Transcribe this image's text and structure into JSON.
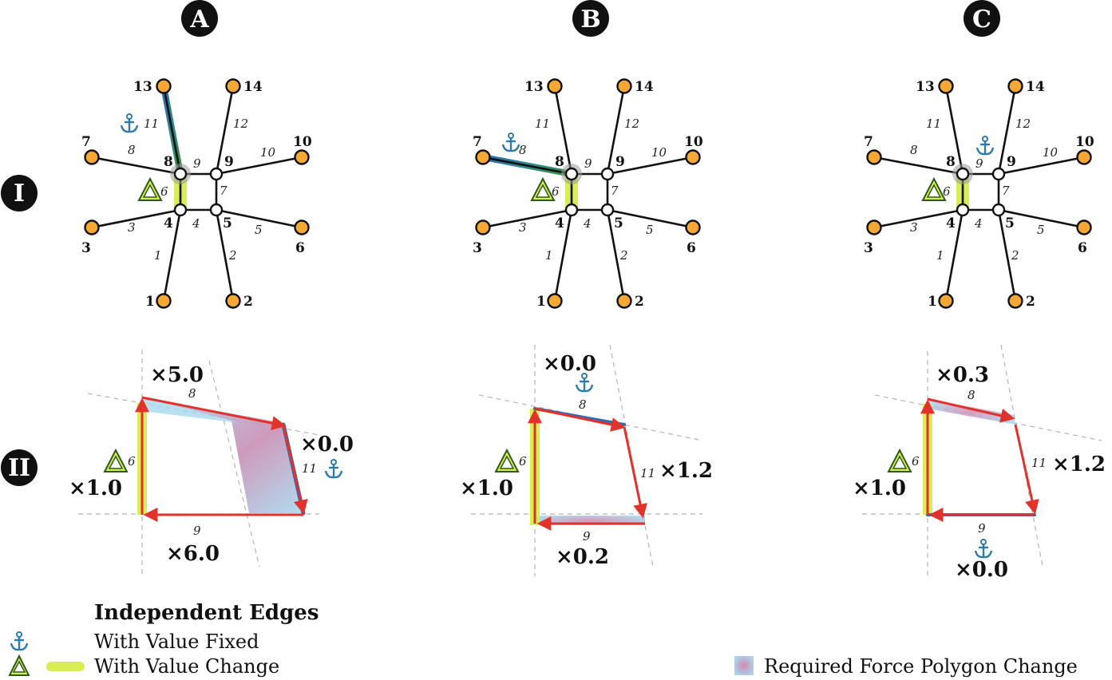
{
  "columns": [
    {
      "letter": "A"
    },
    {
      "letter": "B"
    },
    {
      "letter": "C"
    }
  ],
  "rows": [
    {
      "roman": "I"
    },
    {
      "roman": "II"
    }
  ],
  "form_diagram": {
    "outer_nodes": [
      "1",
      "2",
      "3",
      "6",
      "7",
      "10",
      "13",
      "14"
    ],
    "inner_nodes": [
      "4",
      "5",
      "8",
      "9"
    ],
    "edges": [
      "1",
      "2",
      "3",
      "4",
      "5",
      "6",
      "7",
      "8",
      "9",
      "10",
      "11",
      "12"
    ]
  },
  "force_diagrams": [
    {
      "top_mult": "×5.0",
      "right_mult": "×0.0",
      "left_mult": "×1.0",
      "bottom_mult": "×6.0",
      "top_edge": "8",
      "right_edge": "11",
      "left_edge": "6",
      "bottom_edge": "9",
      "anchor_on": "right"
    },
    {
      "top_mult": "×0.0",
      "right_mult": "×1.2",
      "left_mult": "×1.0",
      "bottom_mult": "×0.2",
      "top_edge": "8",
      "right_edge": "11",
      "left_edge": "6",
      "bottom_edge": "9",
      "anchor_on": "top"
    },
    {
      "top_mult": "×0.3",
      "right_mult": "×1.2",
      "left_mult": "×1.0",
      "bottom_mult": "×0.0",
      "top_edge": "8",
      "right_edge": "11",
      "left_edge": "6",
      "bottom_edge": "9",
      "anchor_on": "bottom"
    }
  ],
  "legend": {
    "title": "Independent Edges",
    "fixed": "With Value Fixed",
    "change": "With Value Change",
    "polygon": "Required Force Polygon Change"
  },
  "colors": {
    "node_fill": "#f5a934",
    "edge": "#111111",
    "arrow_red": "#e2322c",
    "fixed_blue": "#2f6db5",
    "change_green": "#3d8c40",
    "highlight_yellow": "#d9ee55",
    "polygon_blue": "#a8d8ee",
    "polygon_pink": "#c98fb4"
  },
  "icons": {
    "anchor": "anchor-icon",
    "delta": "delta-icon"
  }
}
